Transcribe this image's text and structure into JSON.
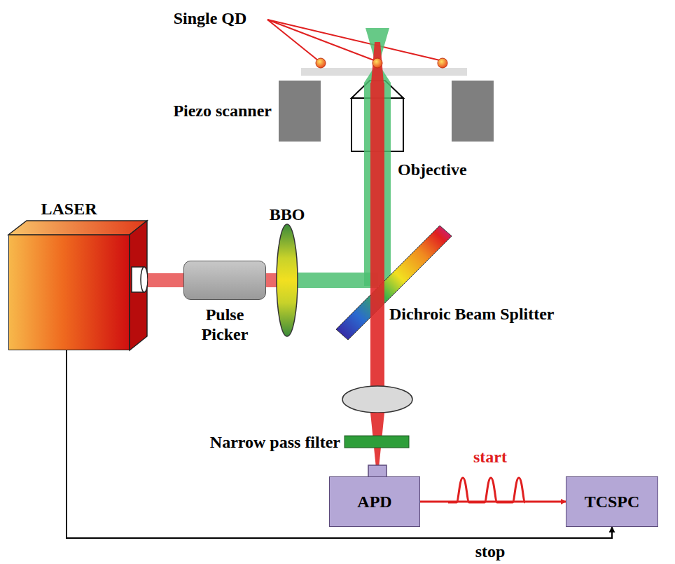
{
  "diagram": {
    "nodes": [
      {
        "text": [
          "LASER"
        ]
      },
      {
        "text": [
          "Pulse Picker"
        ]
      },
      {
        "text": [
          "APD"
        ]
      },
      {
        "text": [
          "TCSPC"
        ]
      }
    ],
    "edges": [
      {
        "from": 2,
        "to": 3,
        "arrow": "to",
        "label": "start"
      },
      {
        "from": 0,
        "to": 3,
        "arrow": "to",
        "label": "stop"
      }
    ],
    "labels": [
      "Single QD",
      "Piezo scanner",
      "Objective",
      "BBO",
      "Dichroic Beam Splitter",
      "Narrow pass filter"
    ]
  }
}
